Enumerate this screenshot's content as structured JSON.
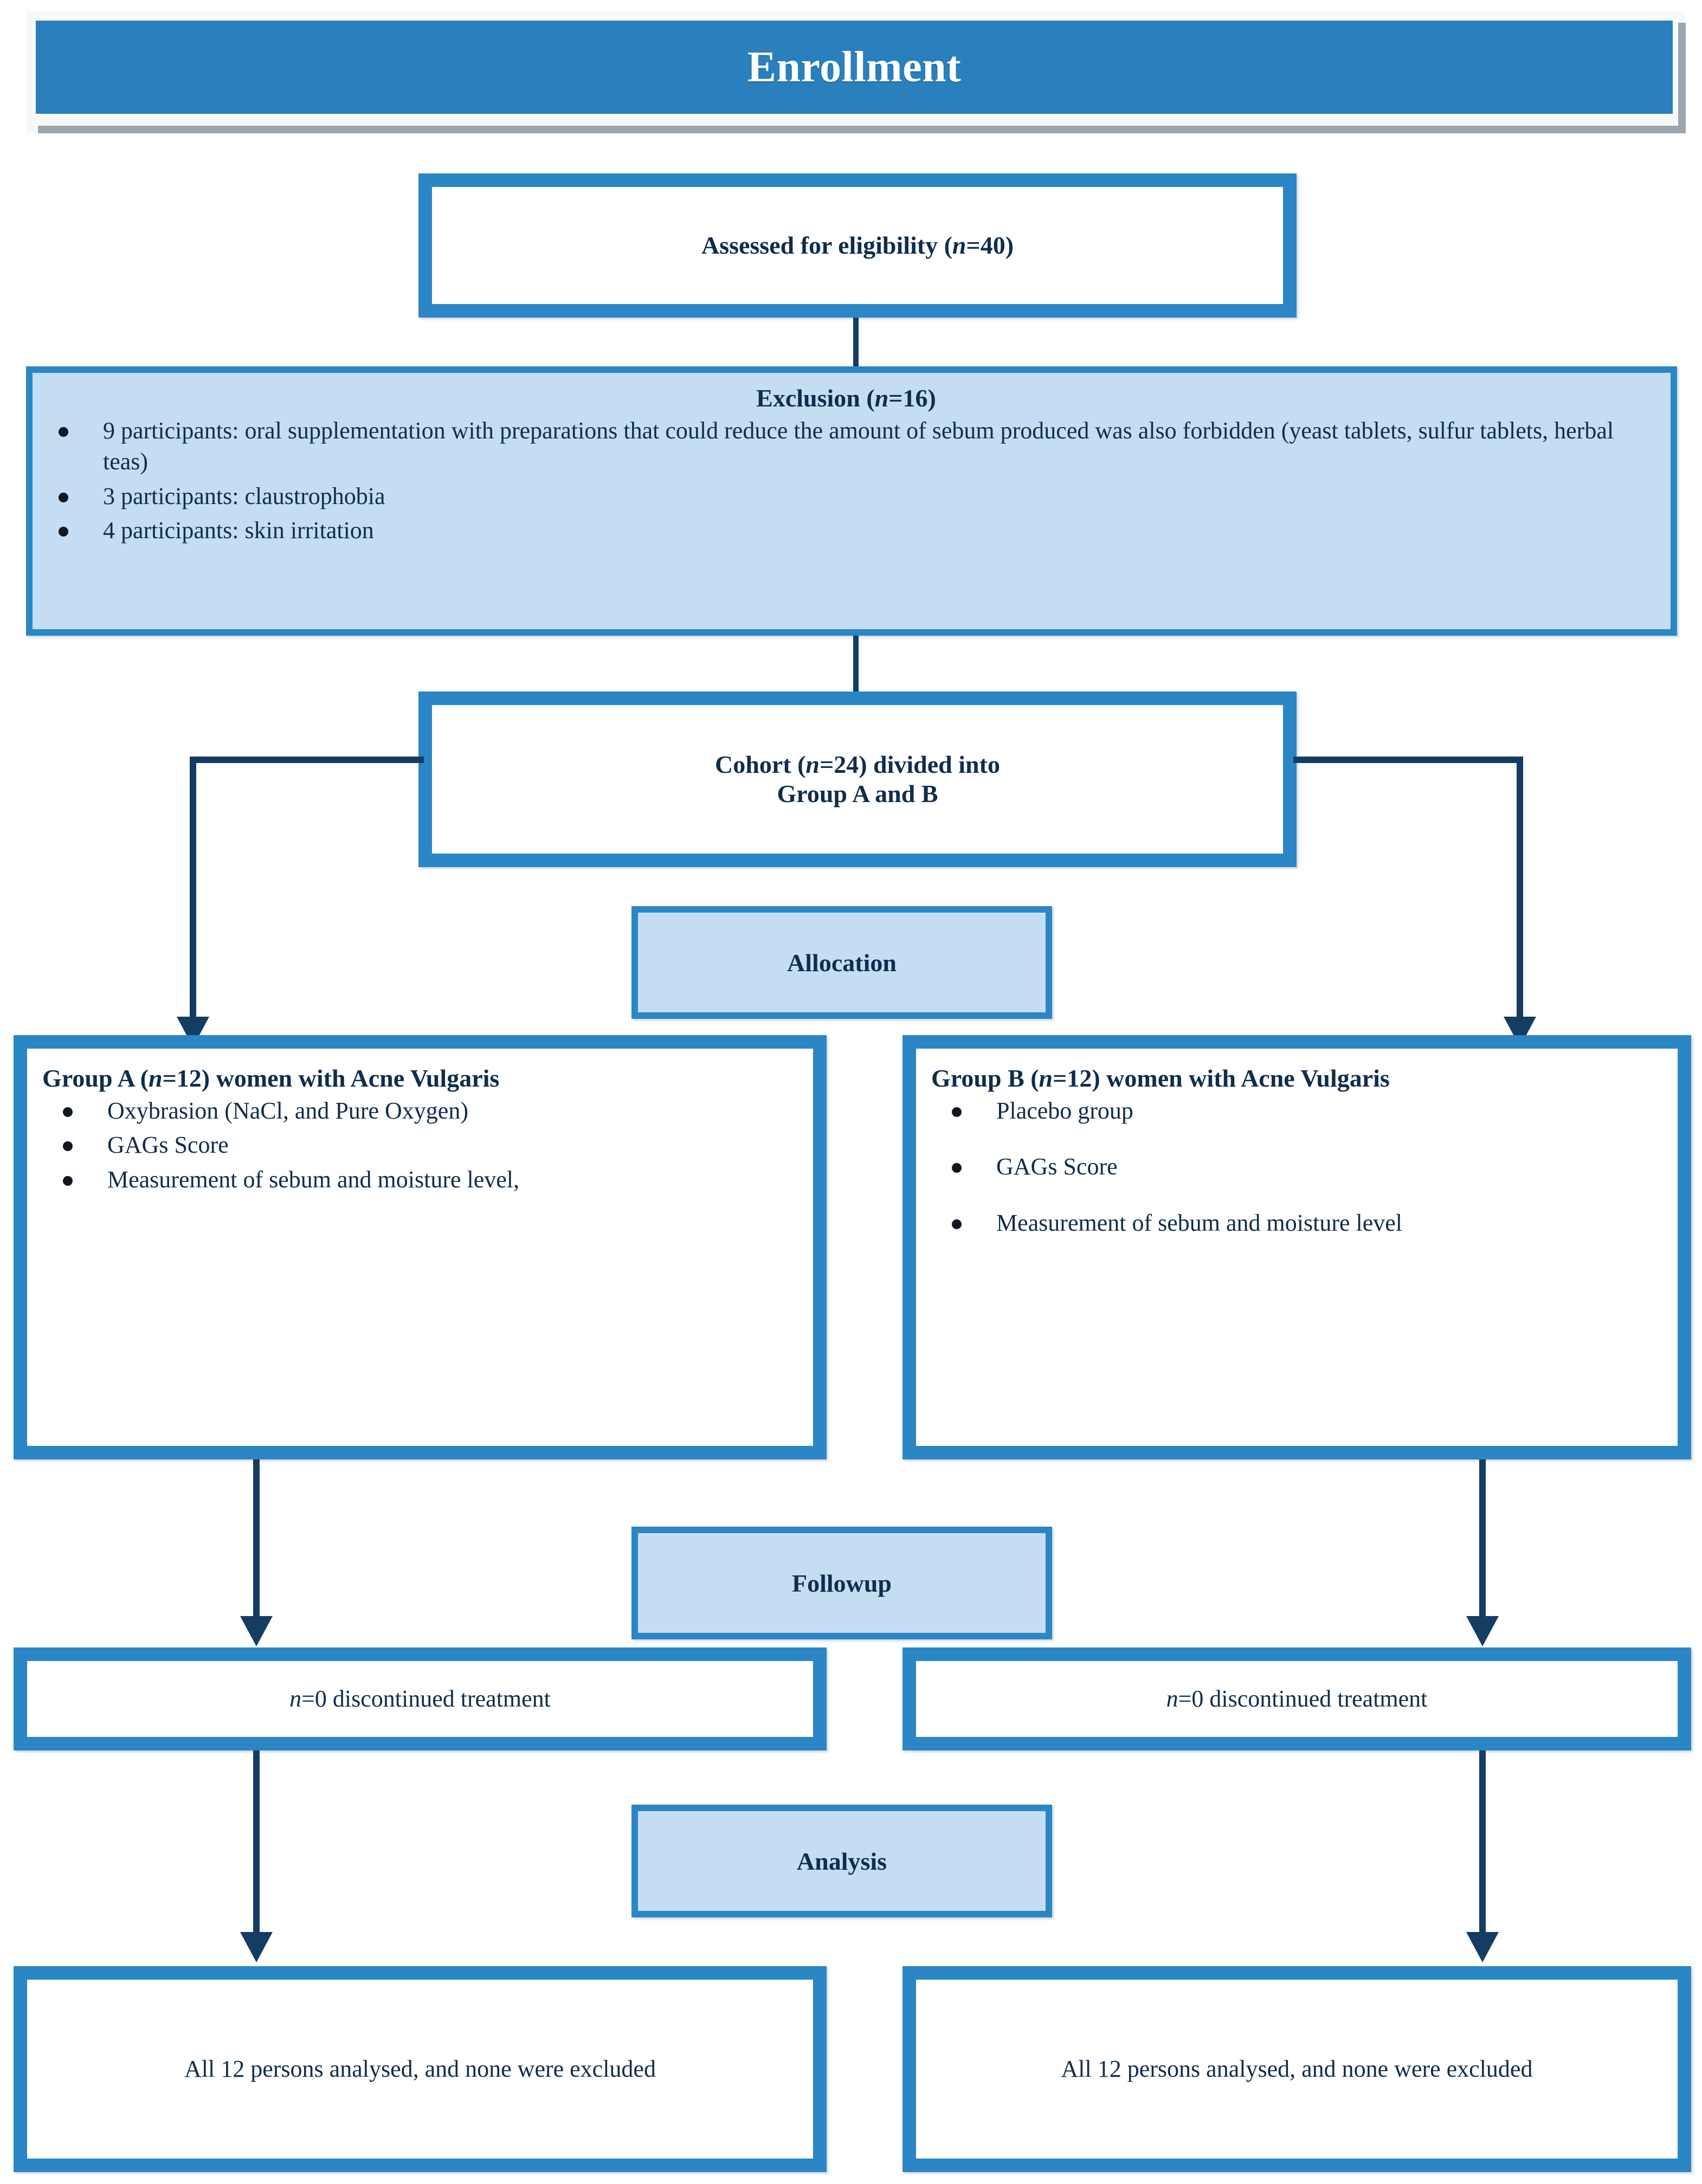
{
  "colors": {
    "banner_blue": "#2980bd",
    "node_border_blue": "#2b86c5",
    "fill_light_blue": "#c5ddf2",
    "connector_navy": "#153c63",
    "text_navy": "#0f2d4d",
    "banner_text": "#ffffff",
    "shadow_gray": "#9aa6b2"
  },
  "banner": {
    "title": "Enrollment"
  },
  "nodes": {
    "assessed": {
      "text_prefix": "Assessed for eligibility (",
      "n_italic": "n",
      "text_suffix": "=40)"
    },
    "exclusion": {
      "heading_prefix": "Exclusion (",
      "heading_italic": "n",
      "heading_suffix": "=16)",
      "bullets": [
        "9 participants: oral supplementation with preparations that could reduce the amount of sebum produced was also forbidden (yeast tablets, sulfur tablets, herbal teas)",
        "3 participants: claustrophobia",
        "4 participants: skin irritation"
      ]
    },
    "cohort": {
      "line1_prefix": "Cohort (",
      "line1_italic": "n",
      "line1_suffix": "=24) divided into",
      "line2": "Group A and B"
    },
    "allocation": {
      "label": "Allocation"
    },
    "group_a": {
      "heading_prefix": "Group A (",
      "heading_italic": "n",
      "heading_suffix": "=12) women with Acne Vulgaris",
      "bullets": [
        "Oxybrasion (NaCl, and Pure Oxygen)",
        "GAGs Score",
        "Measurement of sebum and moisture level,"
      ]
    },
    "group_b": {
      "heading_prefix": "Group B (",
      "heading_italic": "n",
      "heading_suffix": "=12)  women with Acne Vulgaris",
      "bullets": [
        "Placebo group",
        "GAGs Score",
        "Measurement of sebum and moisture level"
      ]
    },
    "followup": {
      "label": "Followup"
    },
    "discontinued_left": {
      "italic": "n",
      "text": "=0 discontinued treatment"
    },
    "discontinued_right": {
      "italic": "n",
      "text": "=0 discontinued treatment"
    },
    "analysis": {
      "label": "Analysis"
    },
    "analysed_left": {
      "text": "All 12 persons analysed, and none were excluded"
    },
    "analysed_right": {
      "text": "All 12 persons analysed, and none were excluded"
    }
  }
}
